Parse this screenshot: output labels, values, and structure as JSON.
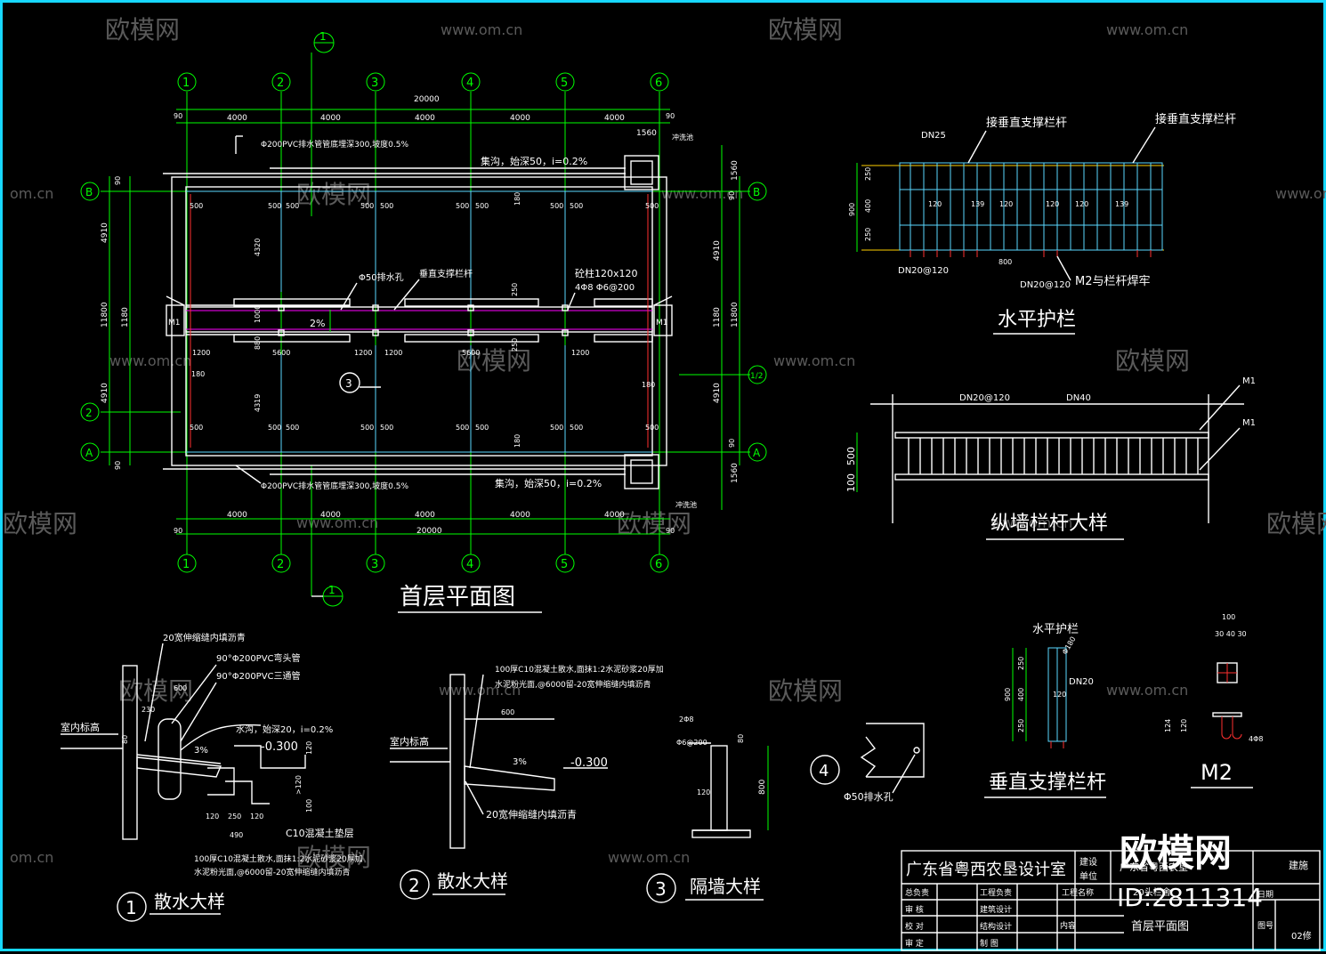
{
  "watermark": {
    "brand": "欧模网",
    "url": "www.om.cn",
    "url_short": "om.cn",
    "id": "ID:2811314"
  },
  "plan": {
    "title": "首层平面图",
    "axis_numbers": [
      "1",
      "2",
      "3",
      "4",
      "5",
      "6"
    ],
    "axis_letters": [
      "B",
      "2",
      "A",
      "1/2"
    ],
    "section_mark": "1",
    "total_length": "20000",
    "bays": [
      "4000",
      "4000",
      "4000",
      "4000",
      "4000"
    ],
    "edge_90": "90",
    "dim_1560": "1560",
    "dim_11800": "11800",
    "dim_4910": "4910",
    "dim_1180": "1180",
    "dim_500": "500",
    "dim_180": "180",
    "dim_1200": "1200",
    "dim_5600": "5600",
    "dim_4320": "4320",
    "dim_4319": "4319",
    "dim_250": "250",
    "dim_880": "880",
    "dim_1000": "1000",
    "pipe_note": "Φ200PVC排水管管底埋深300,坡度0.5%",
    "ditch_note": "集沟，始深50，i=0.2%",
    "drain_hole": "Φ50排水孔",
    "vert_rail": "垂直支撑栏杆",
    "column_note": "砼柱120x120",
    "column_rebar": "4Φ8 Φ6@200",
    "slope": "2%",
    "door": "M1",
    "wash": "冲洗池",
    "detail_3": "3"
  },
  "rail_h": {
    "title": "水平护栏",
    "label_left": "接垂直支撑栏杆",
    "label_right": "接垂直支撑栏杆",
    "dn25": "DN25",
    "dn20": "DN20@120",
    "dn20b": "DN20@120",
    "m2": "M2与栏杆焊牢",
    "dims": [
      "250",
      "400",
      "250",
      "900"
    ],
    "spacing": "120",
    "d139": "139",
    "d800": "800"
  },
  "rail_long": {
    "title": "纵墙栏杆大样",
    "dn20": "DN20@120",
    "dn40": "DN40",
    "m1a": "M1",
    "m1b": "M1",
    "d500": "500",
    "d100": "100"
  },
  "rail_v": {
    "title": "垂直支撑栏杆",
    "label": "水平护栏",
    "dn20": "DN20",
    "dims": [
      "250",
      "400",
      "250",
      "900"
    ],
    "d120": "120",
    "dia": "Φ180"
  },
  "m2": {
    "title": "M2",
    "d100": "100",
    "d304": "30 40 30",
    "d124": "124",
    "d120": "120",
    "rebar": "4Φ8"
  },
  "drain4": {
    "num": "4",
    "label": "Φ50排水孔"
  },
  "det1": {
    "num": "1",
    "title": "散水大样",
    "n1": "20宽伸缩缝内填沥青",
    "n2": "90°Φ200PVC弯头管",
    "n3": "90°Φ200PVC三通管",
    "indoor": "室内标高",
    "ditch": "水沟，始深20，i=0.2%",
    "elev": "-0.300",
    "slope": "3%",
    "base": "C10混凝土垫层",
    "note1": "100厚C10混凝土散水,面抹1:2水泥砂浆20厚加",
    "note2": "水泥粉光面,@6000留-20宽伸缩缝内填沥青",
    "d600": "600",
    "d230": "230",
    "d120": "120",
    "d250": "250",
    "d490": "490",
    "d80": "80",
    "d100": "100",
    "d120b": ">120"
  },
  "det2": {
    "num": "2",
    "title": "散水大样",
    "note1": "100厚C10混凝土散水,面抹1:2水泥砂浆20厚加",
    "note2": "水泥粉光面,@6000留-20宽伸缩缝内填沥青",
    "indoor": "室内标高",
    "d600": "600",
    "slope": "3%",
    "elev": "-0.300",
    "joint": "20宽伸缩缝内填沥青"
  },
  "det3": {
    "num": "3",
    "title": "隔墙大样",
    "rebar1": "2Φ8",
    "rebar2": "Φ6@200",
    "d80": "80",
    "d120": "120",
    "d800": "800"
  },
  "titleblock": {
    "company": "广东省粤西农垦设计室",
    "unit_label_1": "建设",
    "unit_label_2": "单位",
    "unit_value": "广东省粤西农垦",
    "right_top": "建施",
    "project_label": "工程名称",
    "project_value": "20头栏舍",
    "r1": [
      "总负责",
      "工程负责"
    ],
    "r2": [
      "审  核",
      "建筑设计"
    ],
    "r3": [
      "校  对",
      "结构设计"
    ],
    "r4": [
      "审  定",
      "制  图"
    ],
    "content_label": "内容",
    "drawing_name": "首层平面图",
    "date_label": "日期",
    "fig_label": "图号",
    "fig_value": "02修"
  }
}
